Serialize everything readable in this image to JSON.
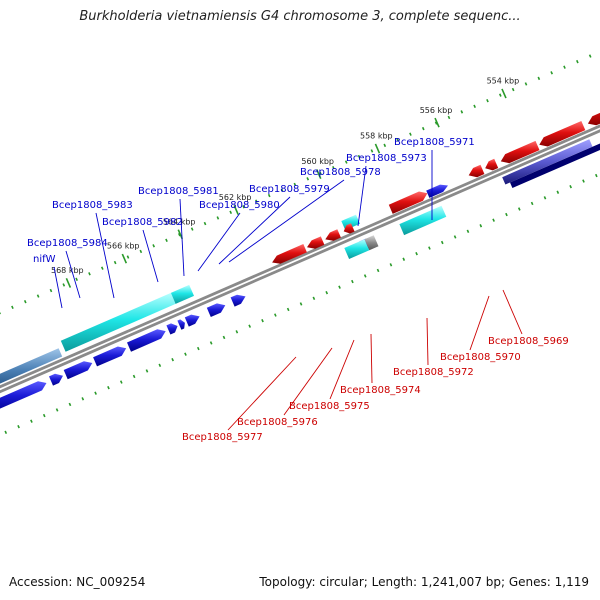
{
  "title": "Burkholderia vietnamiensis G4 chromosome 3, complete sequenc...",
  "footer": {
    "accession": "Accession: NC_009254",
    "topology": "Topology: circular; Length: 1,241,007 bp; Genes: 1,119"
  },
  "colors": {
    "forward_gene": "#1a1ad6",
    "reverse_gene": "#e01010",
    "forward_label": "#0000cc",
    "reverse_label": "#cc0000",
    "highlight": "#1fe6e6",
    "backbone": "#8a8a8a",
    "tick": "#2a9a2a"
  },
  "kbp_labels": [
    "568 kbp",
    "566 kbp",
    "564 kbp",
    "562 kbp",
    "560 kbp",
    "558 kbp",
    "556 kbp",
    "554 kbp"
  ],
  "forward_labels": [
    "nifW",
    "Bcep1808_5984",
    "Bcep1808_5983",
    "Bcep1808_5982",
    "Bcep1808_5981",
    "Bcep1808_5980",
    "Bcep1808_5979",
    "Bcep1808_5978",
    "Bcep1808_5973",
    "Bcep1808_5971"
  ],
  "reverse_labels": [
    "Bcep1808_5977",
    "Bcep1808_5976",
    "Bcep1808_5975",
    "Bcep1808_5974",
    "Bcep1808_5972",
    "Bcep1808_5970",
    "Bcep1808_5969"
  ]
}
